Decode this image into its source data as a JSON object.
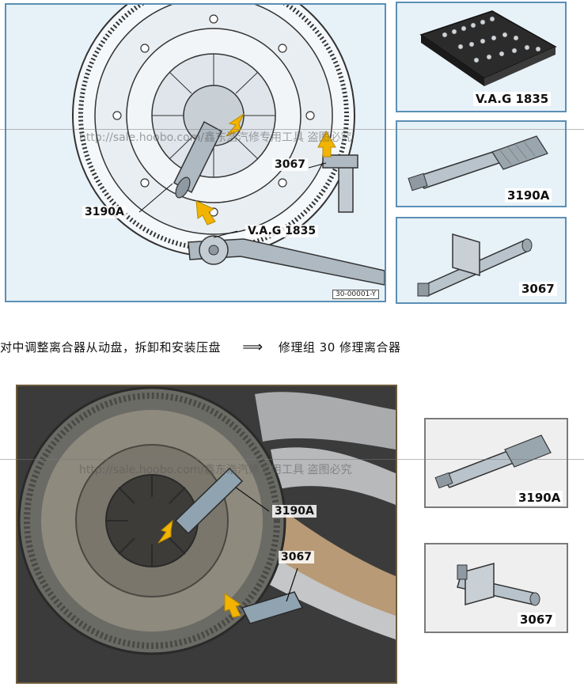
{
  "top_figure": {
    "callouts": {
      "c3067": "3067",
      "c3190A": "3190A",
      "cVAG": "V.A.G 1835"
    },
    "figure_ref": "30-00001-Y"
  },
  "top_tools": [
    {
      "label": "V.A.G 1835",
      "icon": "socket-case-icon"
    },
    {
      "label": "3190A",
      "icon": "centering-mandrel-icon"
    },
    {
      "label": "3067",
      "icon": "flywheel-lock-icon"
    }
  ],
  "caption": {
    "text": "对中调整离合器从动盘，拆卸和安装压盘",
    "arrow": "⟹",
    "reference": "修理组 30  修理离合器"
  },
  "bottom_figure": {
    "callouts": {
      "c3190A": "3190A",
      "c3067": "3067"
    }
  },
  "bottom_tools": [
    {
      "label": "3190A",
      "icon": "centering-mandrel-icon"
    },
    {
      "label": "3067",
      "icon": "flywheel-lock-icon"
    }
  ],
  "watermark": {
    "top": "http://sale.hoobo.com/鑫东浩汽修专用工具    盗图必究",
    "bottom": "http://sale.hoobo.com/鑫东浩汽修专用工具    盗图必究"
  },
  "colors": {
    "panel_border": "#5b8fb5",
    "panel_fill": "#e7f1f8",
    "arrow": "#f2b400"
  }
}
